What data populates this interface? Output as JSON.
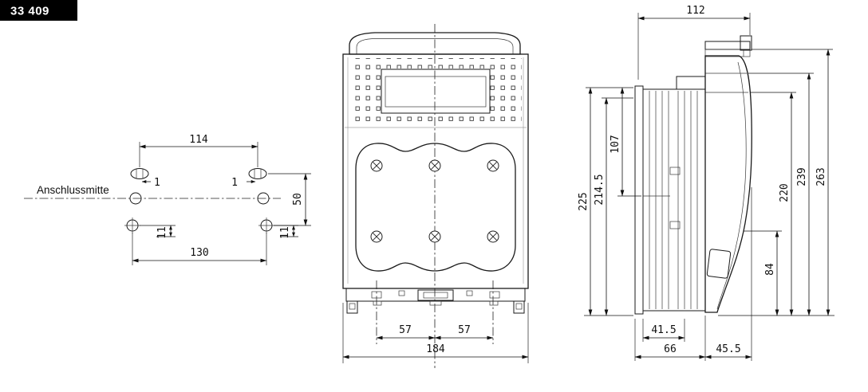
{
  "title_block": {
    "part_number": "33 409"
  },
  "mounting_view": {
    "label_anschlussmitte": "Anschlussmitte",
    "dims": {
      "top_span": "114",
      "bottom_span": "130",
      "vertical_span": "50",
      "offset_left": "11",
      "offset_right": "11",
      "slot_offset_left": "1",
      "slot_offset_right": "1"
    }
  },
  "front_view": {
    "dims": {
      "pole_pitch_left": "57",
      "pole_pitch_right": "57",
      "overall_width": "184"
    }
  },
  "side_view": {
    "dims": {
      "depth_112": "112",
      "height_225": "225",
      "height_214_5": "214.5",
      "height_107": "107",
      "height_220": "220",
      "height_239": "239",
      "height_263": "263",
      "height_84": "84",
      "depth_41_5": "41.5",
      "depth_66": "66",
      "depth_45_5": "45.5"
    }
  }
}
